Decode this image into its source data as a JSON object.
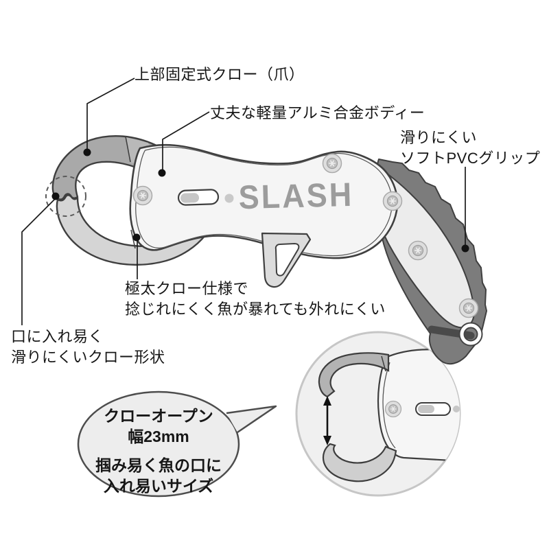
{
  "figure": {
    "logo": "SLASH",
    "labels": {
      "fixed_claw": "上部固定式クロー（爪）",
      "alloy_body": "丈夫な軽量アルミ合金ボディー",
      "grip_l1": "滑りにくい",
      "grip_l2": "ソフトPVCグリップ",
      "thick_claw_l1": "極太クロー仕様で",
      "thick_claw_l2": "捻じれにくく魚が暴れても外れにくい",
      "mouth_l1": "口に入れ易く",
      "mouth_l2": "滑りにくいクロー形状"
    },
    "bubble": {
      "l1": "クローオープン",
      "l2": "幅23mm",
      "l3": "掴み易く魚の口に",
      "l4": "入れ易いサイズ"
    },
    "colors": {
      "body_fill": "#f5f5f5",
      "claw_top": "#a9a9a9",
      "claw_bottom": "#d5d5d5",
      "grip_dark": "#7c7c7c",
      "grip_face": "#ececec",
      "trigger_fill": "#dcdcdc",
      "logo_gray": "#9c9c9c",
      "outline": "#3f3f3f",
      "bubble_fill": "#ededed",
      "inset_fill": "#f0f0f0"
    }
  }
}
